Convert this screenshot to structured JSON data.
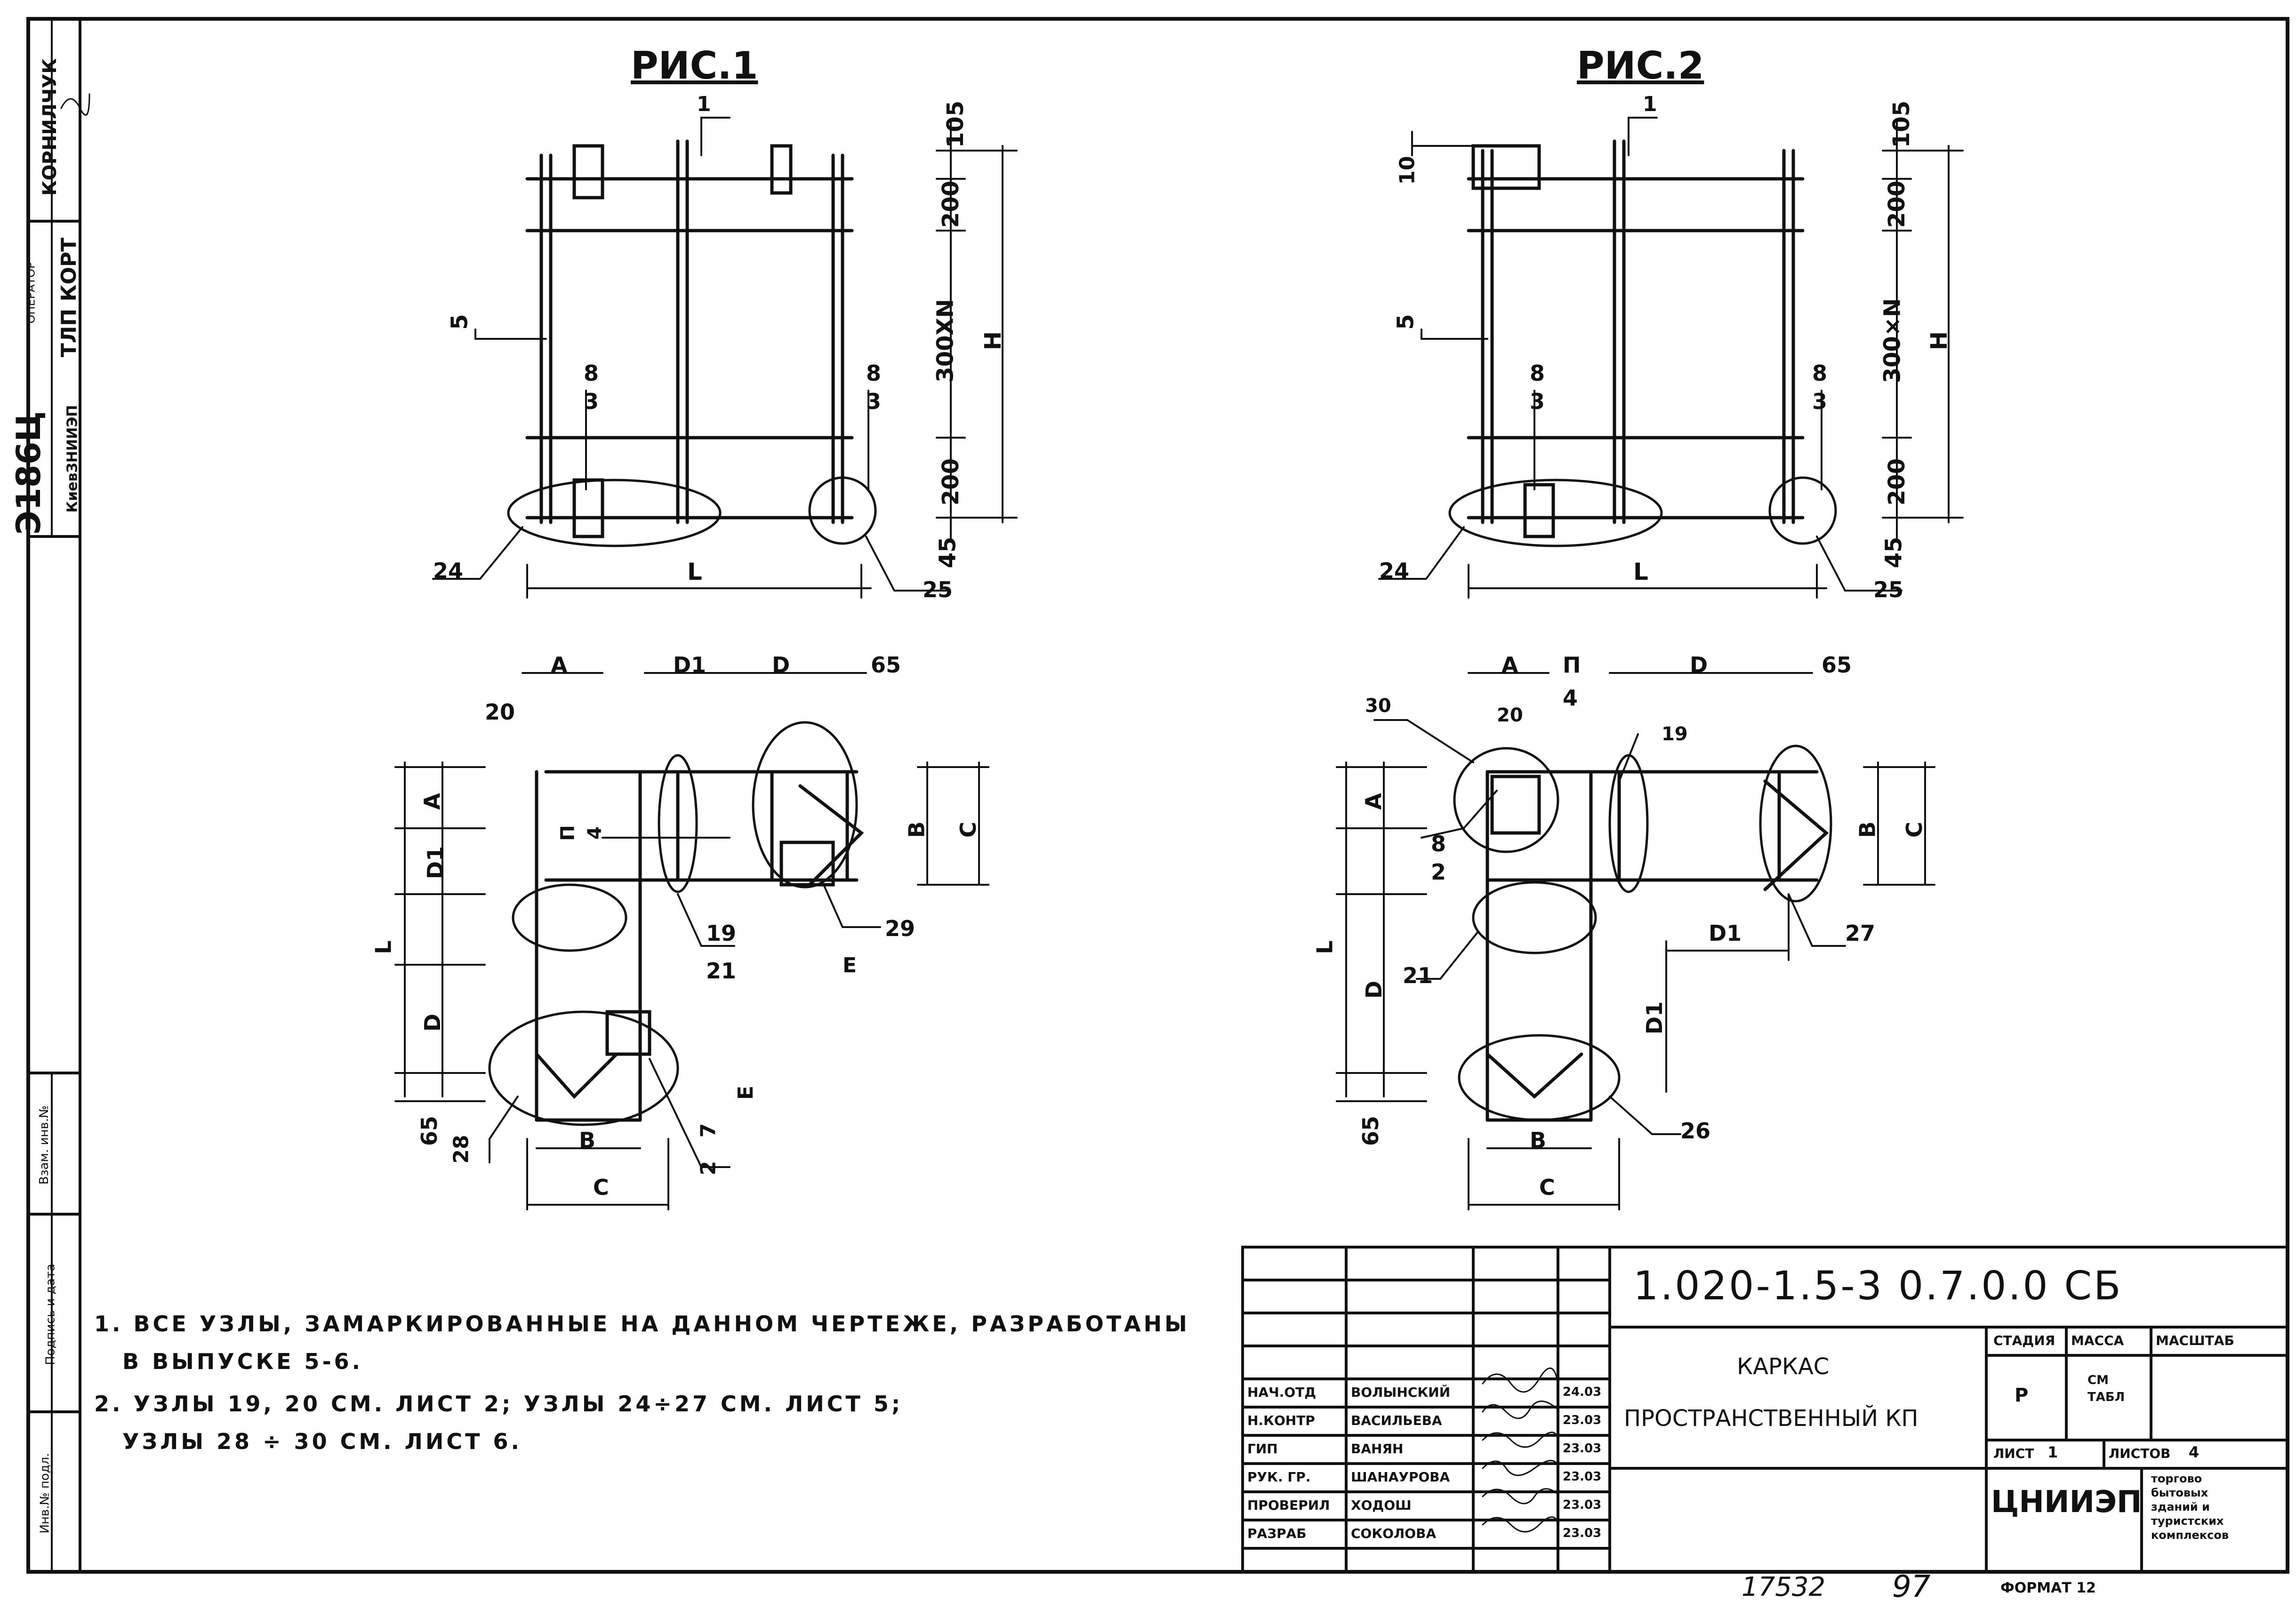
{
  "figures": {
    "fig1": {
      "title": "РИС.1",
      "front": {
        "heights": [
          "105",
          "200",
          "300XN",
          "200",
          "45"
        ],
        "overall_height": "H",
        "width": "L",
        "callouts": [
          "1",
          "5",
          "8",
          "3",
          "8",
          "3",
          "24",
          "25"
        ]
      },
      "plan": {
        "dims_top": [
          "A",
          "D1",
          "D",
          "65",
          "20"
        ],
        "dims_left": [
          "L",
          "A",
          "D1",
          "D",
          "65"
        ],
        "dims_right": [
          "B",
          "C",
          "E"
        ],
        "dims_bottom": [
          "B",
          "C",
          "E"
        ],
        "callouts": [
          "П",
          "4",
          "19",
          "21",
          "29",
          "28",
          "7",
          "2"
        ]
      }
    },
    "fig2": {
      "title": "РИС.2",
      "front": {
        "heights": [
          "105",
          "200",
          "300×N",
          "200",
          "45"
        ],
        "overall_height": "H",
        "width": "L",
        "callouts": [
          "1",
          "10",
          "5",
          "8",
          "3",
          "8",
          "3",
          "24",
          "25"
        ]
      },
      "plan": {
        "dims_top": [
          "A",
          "П",
          "D",
          "65",
          "20"
        ],
        "dims_left": [
          "L",
          "A",
          "D",
          "65"
        ],
        "dims_right": [
          "B",
          "C",
          "D1",
          "D1"
        ],
        "dims_bottom": [
          "B",
          "C"
        ],
        "callouts": [
          "30",
          "4",
          "19",
          "8",
          "2",
          "21",
          "27",
          "26"
        ]
      }
    }
  },
  "notes": [
    "1. ВСЕ УЗЛЫ, ЗАМАРКИРОВАННЫЕ НА ДАННОМ ЧЕРТЕЖЕ, РАЗРАБОТАНЫ",
    "В ВЫПУСКЕ 5-6.",
    "2. УЗЛЫ 19, 20 СМ. ЛИСТ 2; УЗЛЫ 24÷27 СМ. ЛИСТ 5;",
    "УЗЛЫ 28 ÷ 30 СМ. ЛИСТ 6."
  ],
  "side_stamp": {
    "org": "Э186Ц",
    "org_sub": "КиевЗНИИЭП",
    "operator_label": "ОПЕРАТОР",
    "operator": "ТЛП КОРТ",
    "corrector": "КОРНИЛЧУК",
    "vertical_labels": [
      "Инв.№ подл.",
      "Подпись и дата",
      "Взам. инв.№"
    ]
  },
  "title_block": {
    "code": "1.020-1.5-3 0.7.0.0 СБ",
    "name_line1": "КАРКАС",
    "name_line2": "ПРОСТРАНСТВЕННЫЙ КП",
    "stage_label": "СТАДИЯ",
    "mass_label": "МАССА",
    "scale_label": "МАСШТАБ",
    "stage": "Р",
    "mass": "СМ ТАБЛ",
    "sheet_label": "ЛИСТ",
    "sheet": "1",
    "sheets_label": "ЛИСТОВ",
    "sheets": "4",
    "org": "ЦНИИЭП",
    "org_desc": [
      "торгово",
      "бытовых",
      "зданий и",
      "туристских",
      "комплексов"
    ],
    "signers": [
      {
        "role": "НАЧ.ОТД",
        "name": "ВОЛЫНСКИЙ",
        "date": "24.03"
      },
      {
        "role": "Н.КОНТР",
        "name": "ВАСИЛЬЕВА",
        "date": "23.03"
      },
      {
        "role": "ГИП",
        "name": "ВАНЯН",
        "date": "23.03"
      },
      {
        "role": "РУК. ГР.",
        "name": "ШАНАУРОВА",
        "date": "23.03"
      },
      {
        "role": "ПРОВЕРИЛ",
        "name": "ХОДОШ",
        "date": "23.03"
      },
      {
        "role": "РАЗРАБ",
        "name": "СОКОЛОВА",
        "date": "23.03"
      }
    ]
  },
  "footer": {
    "inventory": "17532",
    "page": "97",
    "format": "ФОРМАТ 12"
  }
}
